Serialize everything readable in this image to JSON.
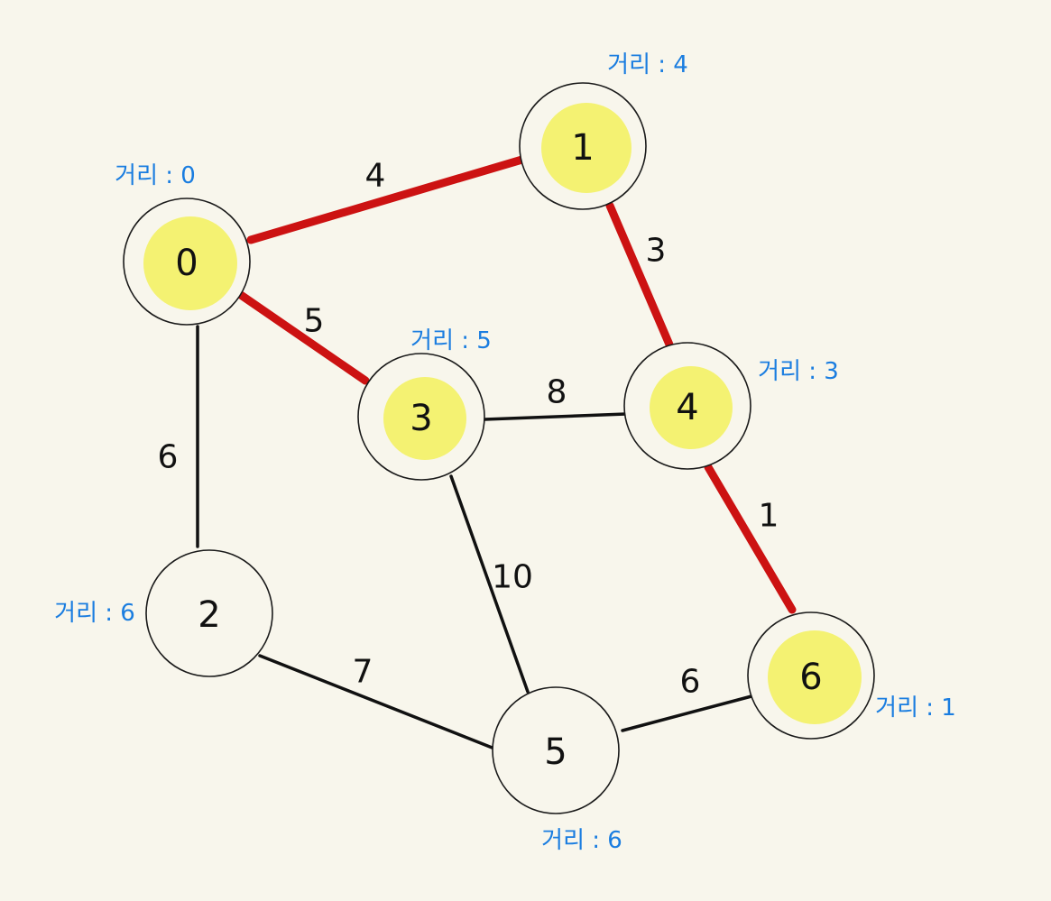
{
  "graph": {
    "colors": {
      "background": "#f8f6ec",
      "visited_fill": "#f4f272",
      "shortest_path_edge": "#cc1212",
      "edge": "#111111",
      "distance_text": "#1a7de0"
    },
    "nodes": [
      {
        "id": "0",
        "label": "0",
        "distance_label": "거리 : 0",
        "visited": true
      },
      {
        "id": "1",
        "label": "1",
        "distance_label": "거리 : 4",
        "visited": true
      },
      {
        "id": "2",
        "label": "2",
        "distance_label": "거리 : 6",
        "visited": false
      },
      {
        "id": "3",
        "label": "3",
        "distance_label": "거리 : 5",
        "visited": true
      },
      {
        "id": "4",
        "label": "4",
        "distance_label": "거리 : 3",
        "visited": true
      },
      {
        "id": "5",
        "label": "5",
        "distance_label": "거리 : 6",
        "visited": false
      },
      {
        "id": "6",
        "label": "6",
        "distance_label": "거리 : 1",
        "visited": true
      }
    ],
    "edges": [
      {
        "from": "0",
        "to": "1",
        "weight": "4",
        "highlighted": true
      },
      {
        "from": "1",
        "to": "4",
        "weight": "3",
        "highlighted": true
      },
      {
        "from": "0",
        "to": "3",
        "weight": "5",
        "highlighted": true
      },
      {
        "from": "4",
        "to": "6",
        "weight": "1",
        "highlighted": true
      },
      {
        "from": "3",
        "to": "4",
        "weight": "8",
        "highlighted": false
      },
      {
        "from": "0",
        "to": "2",
        "weight": "6",
        "highlighted": false
      },
      {
        "from": "3",
        "to": "5",
        "weight": "10",
        "highlighted": false
      },
      {
        "from": "2",
        "to": "5",
        "weight": "7",
        "highlighted": false
      },
      {
        "from": "5",
        "to": "6",
        "weight": "6",
        "highlighted": false
      }
    ]
  }
}
